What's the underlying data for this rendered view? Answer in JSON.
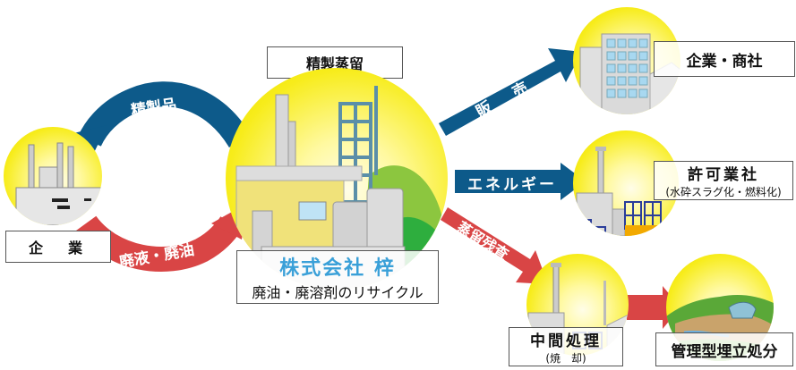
{
  "colors": {
    "blue_arrow": "#0d5a8a",
    "red_arrow": "#d94545",
    "circle_yellow": "#f7ec1a",
    "company_name": "#3aa0d8",
    "label_border": "#555555"
  },
  "nodes": {
    "client": {
      "label": "企　業"
    },
    "center": {
      "top_label": "精製蒸留",
      "company_name": "株式会社 梓",
      "subtitle": "廃油・廃溶剤のリサイクル"
    },
    "trading": {
      "label": "企業・商社"
    },
    "licensed": {
      "label": "許可業社",
      "sublabel": "(水砕スラグ化・燃料化)"
    },
    "intermediate": {
      "label": "中間処理",
      "sublabel": "(焼　却)"
    },
    "landfill": {
      "label": "管理型埋立処分"
    }
  },
  "arrows": {
    "refined_products": {
      "label": "精製品",
      "icon": "curved-arrow-left-icon"
    },
    "waste_oil": {
      "label": "廃液・廃油",
      "icon": "curved-arrow-right-icon"
    },
    "sales": {
      "label": "販　売",
      "icon": "arrow-up-right-icon"
    },
    "energy": {
      "label": "エネルギー",
      "icon": "arrow-right-icon"
    },
    "residue": {
      "label": "蒸留残査",
      "icon": "arrow-down-right-icon"
    },
    "to_landfill": {
      "label": "",
      "icon": "arrow-right-icon"
    }
  }
}
